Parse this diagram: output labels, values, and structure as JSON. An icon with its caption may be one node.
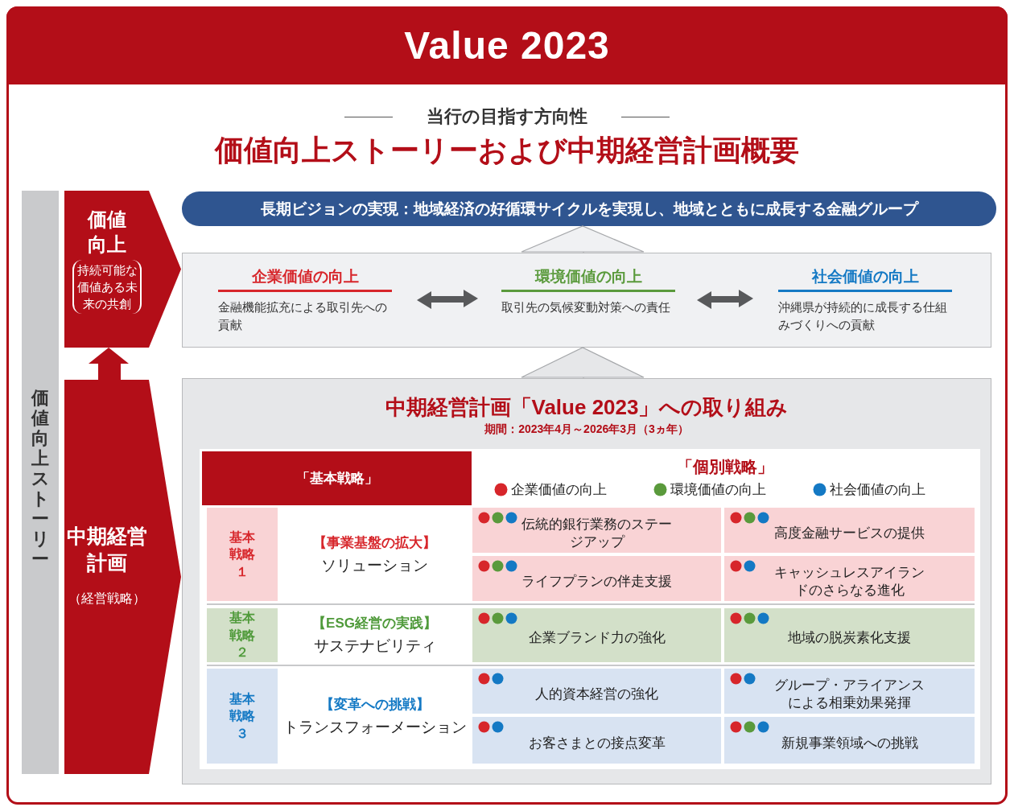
{
  "diagram": {
    "title": "Value 2023",
    "nodes": [
      {
        "text": [
          "価値向上ストーリー"
        ]
      },
      {
        "text": [
          "価値向上",
          "持続可能な価値ある未来の共創"
        ]
      },
      {
        "text": [
          "中期経営計画",
          "（経営戦略）"
        ]
      },
      {
        "text": [
          "長期ビジョンの実現：地域経済の好循環サイクルを実現し、地域とともに成長する金融グループ"
        ]
      },
      {
        "text": [],
        "shape": "box"
      },
      {
        "text": [
          "企業価値の向上",
          "金融機能拡充による取引先への貢献"
        ],
        "in": 4
      },
      {
        "text": [
          "環境価値の向上",
          "取引先の気候変動対策への責任"
        ],
        "in": 4
      },
      {
        "text": [
          "社会価値の向上",
          "沖縄県が持続的に成長する仕組みづくりへの貢献"
        ],
        "in": 4
      },
      {
        "text": [
          "中期経営計画「Value 2023」への取り組み",
          "期間：2023年4月～2026年3月（3ヵ年）"
        ]
      },
      {
        "text": [
          "「基本戦略」"
        ],
        "in": 8
      },
      {
        "text": [
          "「個別戦略」"
        ],
        "in": 8
      },
      {
        "text": [
          "基本戦略１"
        ],
        "in": 8
      },
      {
        "text": [
          "【事業基盤の拡大】",
          "ソリューション"
        ],
        "in": 8
      },
      {
        "text": [
          "伝統的銀行業務のステージアップ"
        ],
        "in": 8
      },
      {
        "text": [
          "高度金融サービスの提供"
        ],
        "in": 8
      },
      {
        "text": [
          "ライフプランの伴走支援"
        ],
        "in": 8
      },
      {
        "text": [
          "キャッシュレスアイランドのさらなる進化"
        ],
        "in": 8
      },
      {
        "text": [
          "基本戦略２"
        ],
        "in": 8
      },
      {
        "text": [
          "【ESG経営の実践】",
          "サステナビリティ"
        ],
        "in": 8
      },
      {
        "text": [
          "企業ブランド力の強化"
        ],
        "in": 8
      },
      {
        "text": [
          "地域の脱炭素化支援"
        ],
        "in": 8
      },
      {
        "text": [
          "基本戦略３"
        ],
        "in": 8
      },
      {
        "text": [
          "【変革への挑戦】",
          "トランスフォーメーション"
        ],
        "in": 8
      },
      {
        "text": [
          "人的資本経営の強化"
        ],
        "in": 8
      },
      {
        "text": [
          "グループ・アライアンスによる相乗効果発揮"
        ],
        "in": 8
      },
      {
        "text": [
          "お客さまとの接点変革"
        ],
        "in": 8
      },
      {
        "text": [
          "新規事業領域への挑戦"
        ],
        "in": 8
      }
    ],
    "edges": [
      {
        "from": 2,
        "to": 1,
        "arrow": "to",
        "style": "thick",
        "color": "#b30e18"
      },
      {
        "from": 5,
        "to": 6,
        "arrow": "both"
      },
      {
        "from": 6,
        "to": 7,
        "arrow": "both"
      },
      {
        "from": 4,
        "to": 3,
        "arrow": "to",
        "color": "#a6a8ab"
      },
      {
        "from": 8,
        "to": 4,
        "arrow": "to",
        "color": "#a6a8ab"
      }
    ],
    "labels": [
      "当行の目指す方向性",
      "価値向上ストーリーおよび中期経営計画概要"
    ],
    "legend": [
      {
        "text": "企業価値の向上",
        "color": "#d7262b"
      },
      {
        "text": "環境価値の向上",
        "color": "#5a9a3c"
      },
      {
        "text": "社会価値の向上",
        "color": "#1479c4"
      }
    ]
  }
}
